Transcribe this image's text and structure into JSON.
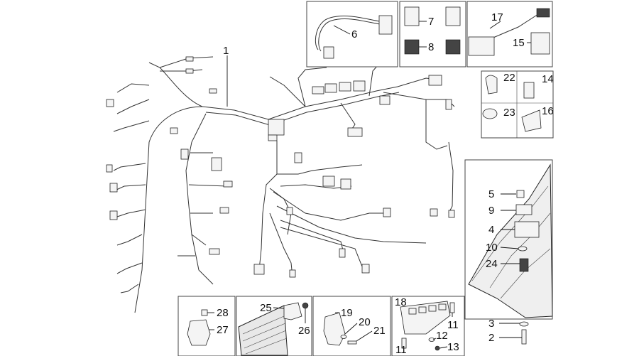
{
  "harness": {
    "main_callout": "1",
    "wire_tags": [
      "",
      "",
      "",
      "",
      "",
      "",
      "",
      "",
      "",
      "",
      "",
      "",
      "",
      "",
      "",
      "",
      "",
      "",
      "",
      "",
      "",
      "",
      "",
      "",
      "",
      "",
      "",
      "",
      "",
      "",
      "",
      "",
      "",
      "",
      ""
    ]
  },
  "callouts": {
    "p6": "6",
    "p7": "7",
    "p8": "8",
    "p17": "17",
    "p15": "15",
    "p22": "22",
    "p14": "14",
    "p23": "23",
    "p16": "16",
    "p5": "5",
    "p9": "9",
    "p4": "4",
    "p10": "10",
    "p24": "24",
    "p3": "3",
    "p2": "2",
    "p28": "28",
    "p27": "27",
    "p25": "25",
    "p26": "26",
    "p19": "19",
    "p20": "20",
    "p21": "21",
    "p18": "18",
    "p11a": "11",
    "p12": "12",
    "p13": "13",
    "p11b": "11"
  }
}
